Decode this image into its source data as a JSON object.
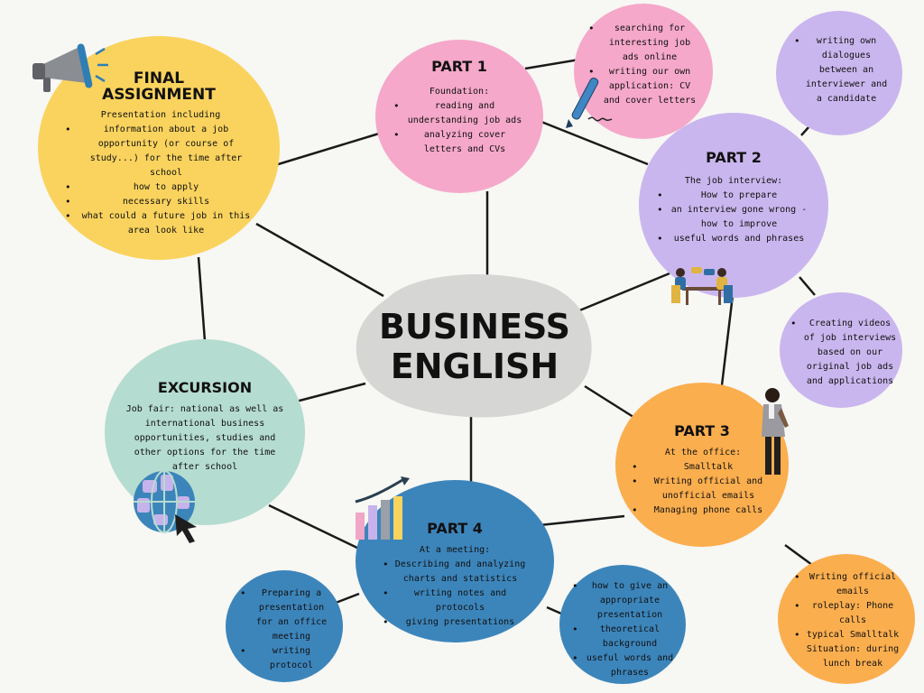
{
  "center": {
    "line1": "BUSINESS",
    "line2": "ENGLISH"
  },
  "final_assignment": {
    "title_line1": "FINAL",
    "title_line2": "ASSIGNMENT",
    "intro": "Presentation including",
    "items": [
      "information about a job opportunity (or course of study...) for the time after school",
      "how to apply",
      "necessary skills",
      "what could a future job in this area look like"
    ]
  },
  "part1": {
    "title": "PART 1",
    "intro": "Foundation:",
    "items": [
      "reading and understanding job ads",
      "analyzing cover letters and CVs"
    ]
  },
  "part1_detail": {
    "items": [
      "searching for interesting job ads online",
      "writing our own application: CV and cover letters"
    ]
  },
  "part2": {
    "title": "PART 2",
    "intro": "The job interview:",
    "items": [
      "How to prepare",
      "an interview gone wrong - how to improve",
      "useful words and phrases"
    ]
  },
  "part2_detail_top": {
    "items": [
      "writing own dialogues between an interviewer and a candidate"
    ]
  },
  "part2_detail_bottom": {
    "items": [
      "Creating videos of job interviews based on our original job ads and applications"
    ]
  },
  "part3": {
    "title": "PART 3",
    "intro": "At the office:",
    "items": [
      "Smalltalk",
      "Writing official and unofficial emails",
      "Managing phone calls"
    ]
  },
  "part3_detail": {
    "items": [
      "Writing official emails",
      "roleplay: Phone calls",
      "typical Smalltalk Situation: during lunch break"
    ]
  },
  "part4": {
    "title": "PART 4",
    "intro": "At a meeting:",
    "items": [
      "Describing and analyzing charts and statistics",
      "writing notes and protocols",
      "giving presentations"
    ]
  },
  "part4_detail_left": {
    "items": [
      "Preparing a presentation for an office meeting",
      "writing protocol"
    ]
  },
  "part4_detail_right": {
    "items": [
      "how to give an appropriate presentation",
      "theoretical background",
      "useful words and phrases"
    ]
  },
  "excursion": {
    "title": "EXCURSION",
    "text": "Job fair: national as well as international business opportunities, studies and other options for the time after school"
  },
  "icons": {
    "megaphone": "megaphone-icon",
    "pen": "pen-icon",
    "interview": "interview-people-icon",
    "woman": "phone-woman-icon",
    "chart": "bar-chart-icon",
    "globe": "globe-cursor-icon"
  },
  "colors": {
    "background": "#f7f7f4",
    "center": "#d6d6d4",
    "final_assignment": "#fad35e",
    "part1": "#f5a8c9",
    "part2": "#cab6ee",
    "part3": "#fbae4e",
    "part4": "#3c85bb",
    "excursion": "#b5dcd0"
  }
}
